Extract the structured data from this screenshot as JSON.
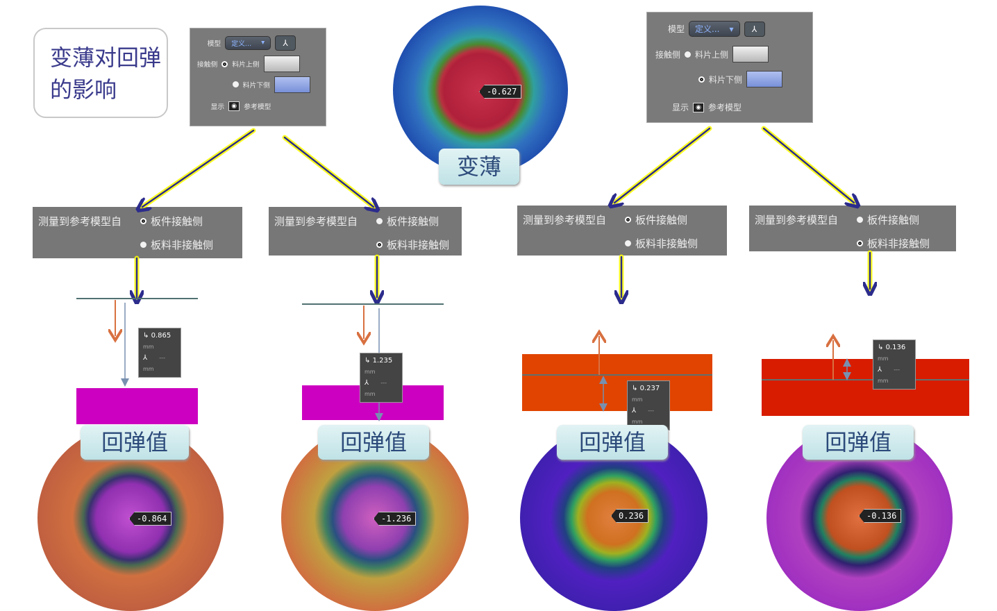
{
  "title": "变薄对回弹的影响",
  "top_panel_left": {
    "model_label": "模型",
    "model_value": "定义...",
    "contact_label": "接触侧",
    "opt_upper": "料片上侧",
    "opt_lower": "料片下侧",
    "display_label": "显示",
    "ref_model": "参考模型",
    "selected": "upper"
  },
  "top_panel_right": {
    "model_label": "模型",
    "model_value": "定义...",
    "contact_label": "接触侧",
    "opt_upper": "料片上侧",
    "opt_lower": "料片下侧",
    "display_label": "显示",
    "ref_model": "参考模型",
    "selected": "lower"
  },
  "thinning": {
    "label": "变薄",
    "value": "-0.627"
  },
  "measure_panels": [
    {
      "label": "测量到参考模型自",
      "opt1": "板件接触侧",
      "opt2": "板料非接触侧",
      "selected": 1
    },
    {
      "label": "测量到参考模型自",
      "opt1": "板件接触侧",
      "opt2": "板料非接触侧",
      "selected": 2
    },
    {
      "label": "测量到参考模型自",
      "opt1": "板件接触侧",
      "opt2": "板料非接触侧",
      "selected": 1
    },
    {
      "label": "测量到参考模型自",
      "opt1": "板件接触侧",
      "opt2": "板料非接触侧",
      "selected": 2
    }
  ],
  "measurements": [
    {
      "distance": "0.865",
      "unit": "mm",
      "coord": "---",
      "coord_unit": "mm"
    },
    {
      "distance": "1.235",
      "unit": "mm",
      "coord": "---",
      "coord_unit": "mm"
    },
    {
      "distance": "0.237",
      "unit": "mm",
      "coord": "---",
      "coord_unit": "mm"
    },
    {
      "distance": "0.136",
      "unit": "mm",
      "coord": "---",
      "coord_unit": "mm"
    }
  ],
  "springback": [
    {
      "label": "回弹值",
      "value": "-0.864"
    },
    {
      "label": "回弹值",
      "value": "-1.236"
    },
    {
      "label": "回弹值",
      "value": "0.236"
    },
    {
      "label": "回弹值",
      "value": "-0.136"
    }
  ],
  "colors": {
    "magenta": "#cc00c0",
    "orange": "#e04400",
    "red": "#d81c00",
    "arrow": "#2c2c8c",
    "glow": "#ffff00"
  }
}
